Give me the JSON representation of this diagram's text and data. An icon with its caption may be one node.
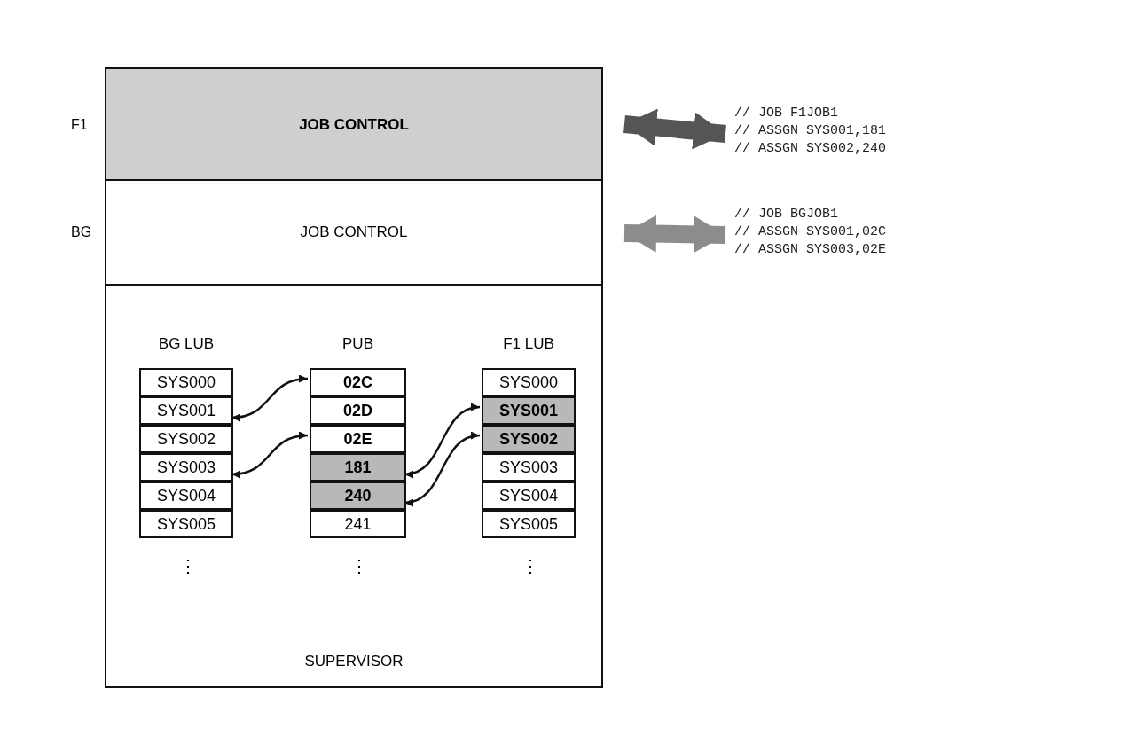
{
  "diagram": {
    "nodes": [
      {
        "text": [
          "JOB CONTROL"
        ],
        "beside": [
          "F1"
        ]
      },
      {
        "text": [
          "JOB CONTROL"
        ],
        "beside": [
          "BG"
        ]
      },
      {
        "text": [
          "SUPERVISOR"
        ]
      },
      {
        "text": [
          "BG LUB"
        ],
        "in": 2
      },
      {
        "text": [
          "SYS000"
        ],
        "in": 3
      },
      {
        "text": [
          "SYS001"
        ],
        "in": 3
      },
      {
        "text": [
          "SYS002"
        ],
        "in": 3
      },
      {
        "text": [
          "SYS003"
        ],
        "in": 3
      },
      {
        "text": [
          "SYS004"
        ],
        "in": 3
      },
      {
        "text": [
          "SYS005"
        ],
        "in": 3
      },
      {
        "text": [
          "PUB"
        ],
        "in": 2
      },
      {
        "text": [
          "02C"
        ],
        "in": 10
      },
      {
        "text": [
          "02D"
        ],
        "in": 10
      },
      {
        "text": [
          "02E"
        ],
        "in": 10
      },
      {
        "text": [
          "181"
        ],
        "in": 10
      },
      {
        "text": [
          "240"
        ],
        "in": 10
      },
      {
        "text": [
          "241"
        ],
        "in": 10
      },
      {
        "text": [
          "F1 LUB"
        ],
        "in": 2
      },
      {
        "text": [
          "SYS000"
        ],
        "in": 17
      },
      {
        "text": [
          "SYS001"
        ],
        "in": 17
      },
      {
        "text": [
          "SYS002"
        ],
        "in": 17
      },
      {
        "text": [
          "SYS003"
        ],
        "in": 17
      },
      {
        "text": [
          "SYS004"
        ],
        "in": 17
      },
      {
        "text": [
          "SYS005"
        ],
        "in": 17
      },
      {
        "text": [
          "// JOB F1JOB1",
          "// ASSGN SYS001,181",
          "// ASSGN SYS002,240"
        ]
      },
      {
        "text": [
          "// JOB BGJOB1",
          "// ASSGN SYS001,02C",
          "// ASSGN SYS003,02E"
        ]
      }
    ],
    "edges": [
      {
        "from": 0,
        "to": 24,
        "arrow": "both",
        "style": "thick",
        "color": "#555555"
      },
      {
        "from": 1,
        "to": 25,
        "arrow": "both",
        "style": "thick",
        "color": "#8c8c8c"
      },
      {
        "from": 5,
        "to": 11,
        "arrow": "both"
      },
      {
        "from": 7,
        "to": 13,
        "arrow": "both"
      },
      {
        "from": 14,
        "to": 19,
        "arrow": "both"
      },
      {
        "from": 15,
        "to": 20,
        "arrow": "both"
      }
    ],
    "labels": [
      "⋮",
      "⋮",
      "⋮"
    ]
  }
}
